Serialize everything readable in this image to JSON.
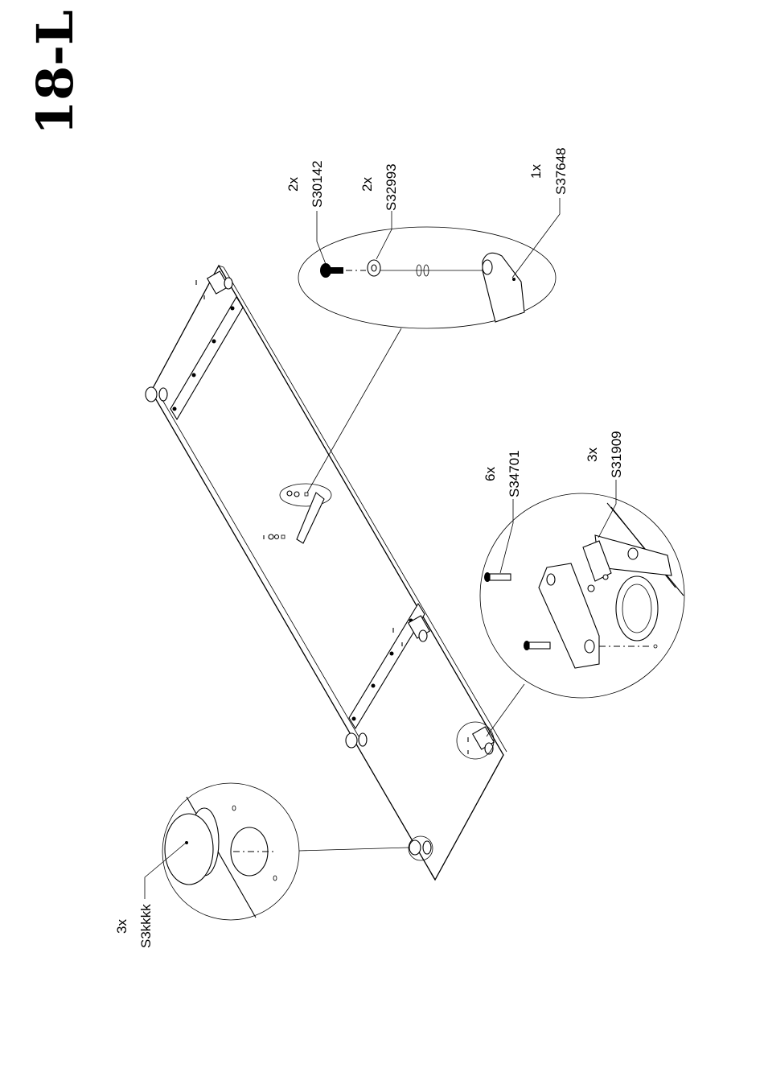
{
  "page": {
    "step_number": "18-L"
  },
  "callouts": {
    "screw_top": {
      "qty": "2x",
      "code": "S30142"
    },
    "washer": {
      "qty": "2x",
      "code": "S32993"
    },
    "handle": {
      "qty": "1x",
      "code": "S37648"
    },
    "screw_hinge": {
      "qty": "6x",
      "code": "S34701"
    },
    "hinge": {
      "qty": "3x",
      "code": "S31909"
    },
    "cap": {
      "qty": "3x",
      "code": "S3kkkk"
    }
  },
  "style": {
    "line_color": "#000000",
    "background": "#ffffff"
  }
}
